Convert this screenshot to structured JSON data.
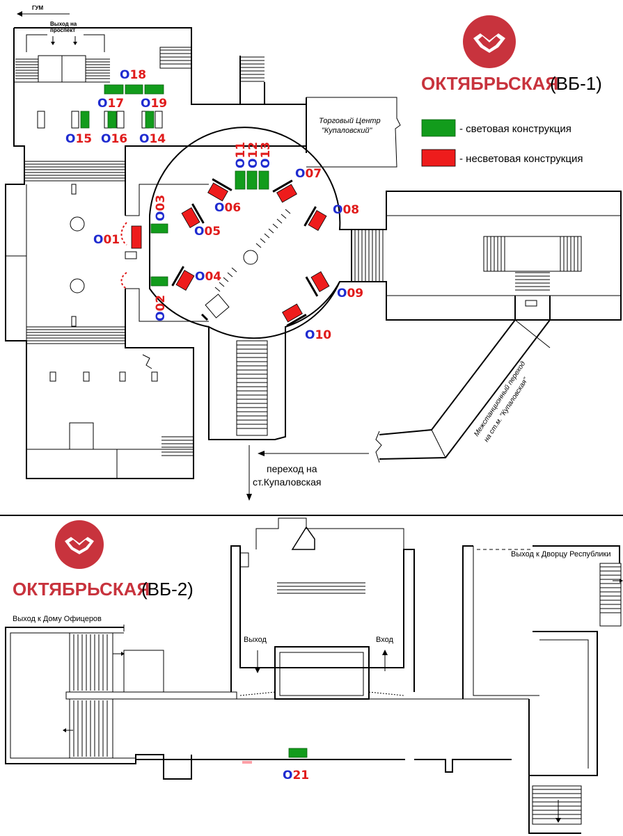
{
  "top_plan": {
    "station_name": "ОКТЯБРЬСКАЯ",
    "vestibule": "(ВБ-1)",
    "gum_label": "ГУМ",
    "exit_label_line1": "Выход на",
    "exit_label_line2": "проспект",
    "mall_line1": "Торговый Центр",
    "mall_line2": "\"Купаловский\"",
    "transfer_line1": "переход на",
    "transfer_line2": "ст.Купаловская",
    "interstation_line1": "Межстанционный переход",
    "interstation_line2": "на ст.м. \"Купаловская\"",
    "legend": [
      {
        "color": "#129c1c",
        "text": "- световая конструкция"
      },
      {
        "color": "#ee1c1c",
        "text": "- несветовая конструкция"
      }
    ],
    "labels": [
      {
        "id": "lbl-18",
        "o": "O",
        "num": "18"
      },
      {
        "id": "lbl-17",
        "o": "O",
        "num": "17"
      },
      {
        "id": "lbl-19",
        "o": "O",
        "num": "19"
      },
      {
        "id": "lbl-15",
        "o": "O",
        "num": "15"
      },
      {
        "id": "lbl-16",
        "o": "O",
        "num": "16"
      },
      {
        "id": "lbl-14",
        "o": "O",
        "num": "14"
      },
      {
        "id": "lbl-11",
        "o": "O",
        "num": "11"
      },
      {
        "id": "lbl-12",
        "o": "O",
        "num": "12"
      },
      {
        "id": "lbl-13",
        "o": "O",
        "num": "13"
      },
      {
        "id": "lbl-07",
        "o": "O",
        "num": "07"
      },
      {
        "id": "lbl-06",
        "o": "O",
        "num": "06"
      },
      {
        "id": "lbl-08",
        "o": "O",
        "num": "08"
      },
      {
        "id": "lbl-03",
        "o": "O",
        "num": "03"
      },
      {
        "id": "lbl-05",
        "o": "O",
        "num": "05"
      },
      {
        "id": "lbl-01",
        "o": "O",
        "num": "01"
      },
      {
        "id": "lbl-04",
        "o": "O",
        "num": "04"
      },
      {
        "id": "lbl-09",
        "o": "O",
        "num": "09"
      },
      {
        "id": "lbl-02",
        "o": "O",
        "num": "02"
      },
      {
        "id": "lbl-10",
        "o": "O",
        "num": "10"
      }
    ]
  },
  "bottom_plan": {
    "station_name": "ОКТЯБРЬСКАЯ",
    "vestibule": "(ВБ-2)",
    "exit_palace": "Выход  к Дворцу Республики",
    "exit_officers": "Выход к Дому Офицеров",
    "exit_label": "Выход",
    "entry_label": "Вход",
    "label_21_o": "O",
    "label_21_num": "21"
  },
  "colors": {
    "light_structure": "#129c1c",
    "non_light_structure": "#ee1c1c",
    "brand": "#c8333d",
    "label_o": "#1f2bd0",
    "label_num": "#e01b1b"
  }
}
